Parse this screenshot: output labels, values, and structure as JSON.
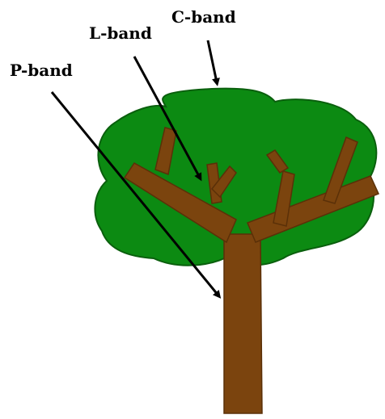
{
  "labels": {
    "c_band": "C-band",
    "l_band": "L-band",
    "p_band": "P-band"
  },
  "colors": {
    "background": "#ffffff",
    "canopy": "#0c8a12",
    "canopy_outline": "#0a5f0d",
    "trunk": "#7b440e",
    "arrow": "#000000",
    "text": "#000000"
  }
}
